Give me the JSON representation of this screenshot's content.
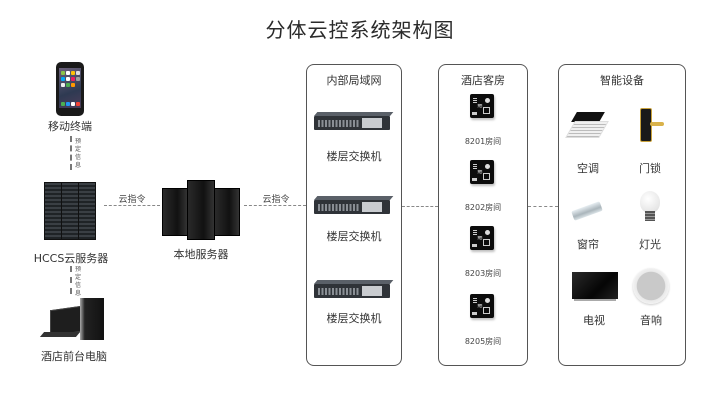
{
  "title": "分体云控系统架构图",
  "left": {
    "mobile": {
      "label": "移动终端",
      "icon": "smartphone-icon"
    },
    "link_top_note": "预定信息",
    "cloud_server": {
      "label": "HCCS云服务器",
      "icon": "rack-server-icon"
    },
    "link_bottom_note": "预定信息",
    "front_desk": {
      "label": "酒店前台电脑",
      "icon": "desktop-pc-icon"
    }
  },
  "connections": {
    "cloud_to_local": "云指令",
    "local_to_lan": "云指令"
  },
  "local_server": {
    "label": "本地服务器",
    "icon": "tower-servers-icon"
  },
  "lan_panel": {
    "title": "内部局域网",
    "switches": [
      {
        "label": "楼层交换机"
      },
      {
        "label": "楼层交换机"
      },
      {
        "label": "楼层交换机"
      }
    ]
  },
  "rooms_panel": {
    "title": "酒店客房",
    "rooms": [
      {
        "label": "8201房间"
      },
      {
        "label": "8202房间"
      },
      {
        "label": "8203房间"
      },
      {
        "label": "8205房间"
      }
    ]
  },
  "devices_panel": {
    "title": "智能设备",
    "devices": [
      {
        "label": "空调",
        "icon": "air-conditioner-icon"
      },
      {
        "label": "门锁",
        "icon": "door-lock-icon"
      },
      {
        "label": "窗帘",
        "icon": "curtain-motor-icon"
      },
      {
        "label": "灯光",
        "icon": "light-bulb-icon"
      },
      {
        "label": "电视",
        "icon": "tv-icon"
      },
      {
        "label": "音响",
        "icon": "speaker-icon"
      }
    ]
  }
}
